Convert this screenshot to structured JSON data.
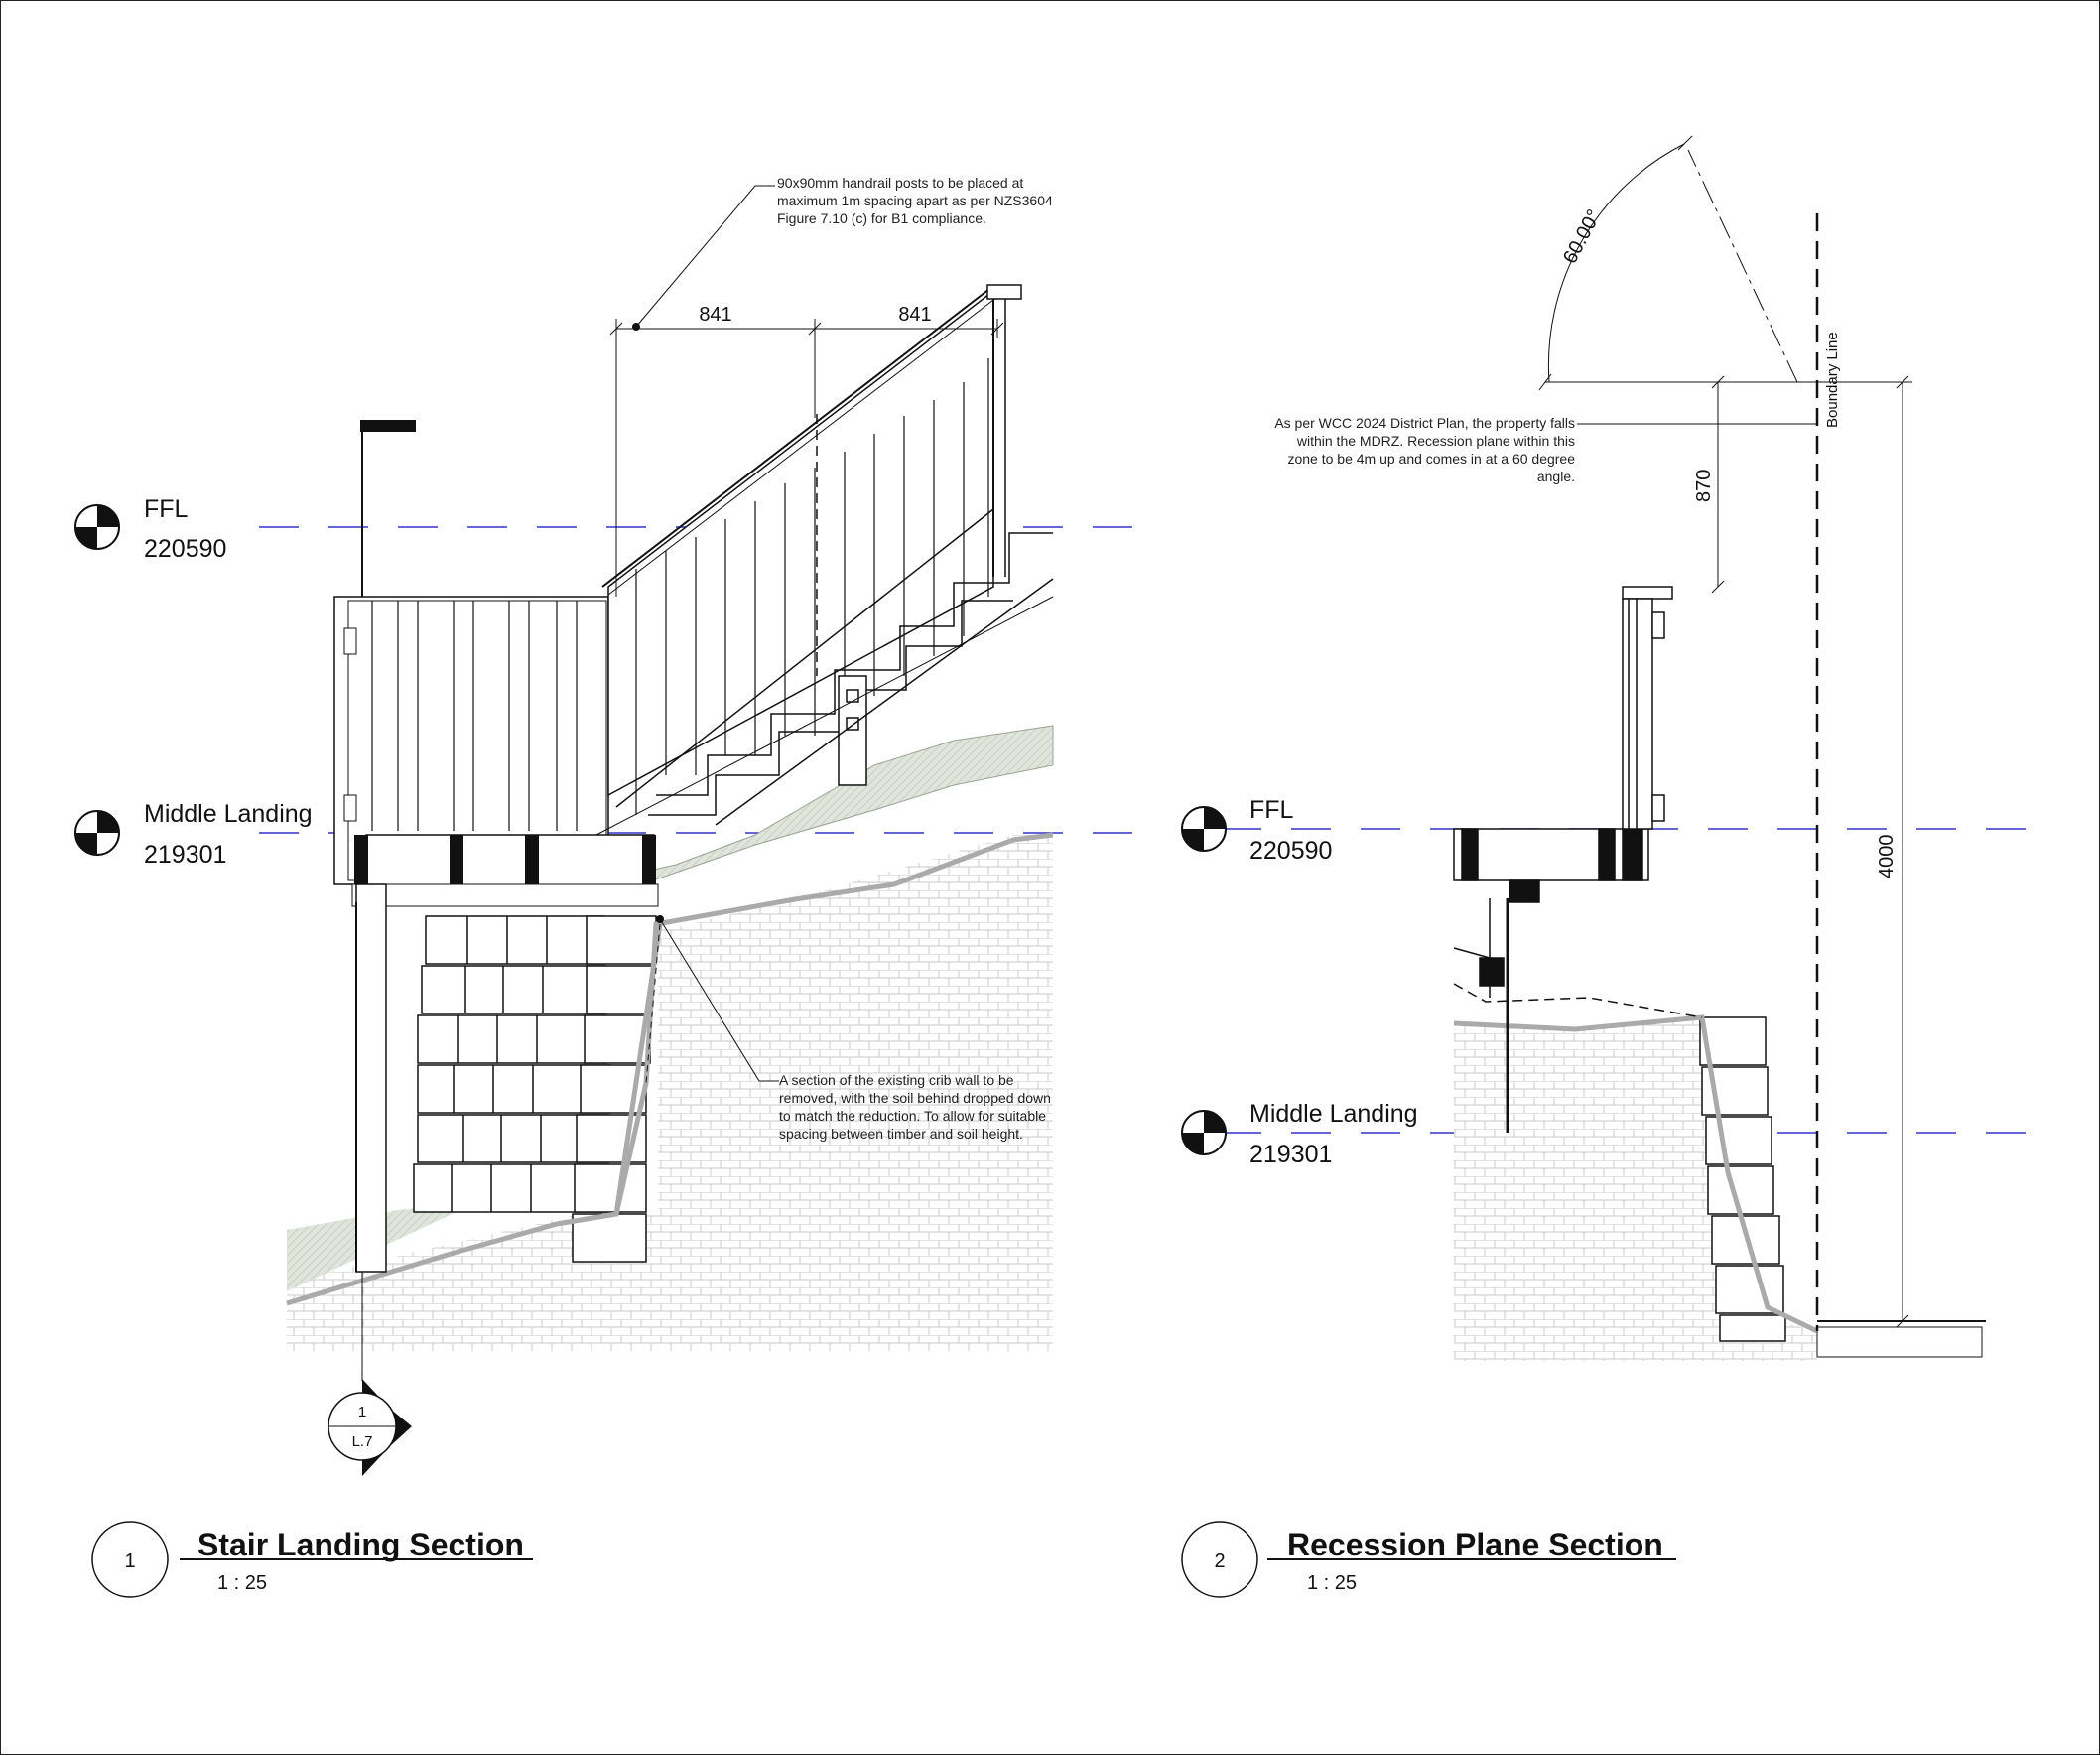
{
  "section1": {
    "levels": [
      {
        "name": "FFL",
        "value": "220590"
      },
      {
        "name": "Middle Landing",
        "value": "219301"
      }
    ],
    "dims": [
      "841",
      "841"
    ],
    "note_handrail": [
      "90x90mm handrail posts to be placed at",
      "maximum 1m spacing apart as per NZS3604",
      "Figure 7.10 (c) for B1 compliance."
    ],
    "note_cribwall": [
      "A section of the existing crib wall to be",
      "removed, with the soil behind dropped down",
      "to match the reduction. To allow for suitable",
      "spacing between timber and soil height."
    ],
    "callout": {
      "number": "1",
      "sheet": "L.7"
    },
    "title": {
      "number": "1",
      "text": "Stair Landing Section",
      "scale": "1 : 25"
    }
  },
  "section2": {
    "levels": [
      {
        "name": "FFL",
        "value": "220590"
      },
      {
        "name": "Middle Landing",
        "value": "219301"
      }
    ],
    "angle": "60.00°",
    "boundary": "Boundary Line",
    "dims": {
      "height_small": "870",
      "height_large": "4000"
    },
    "note_plan": [
      "As per WCC 2024 District Plan, the property falls",
      "within the MDRZ. Recession plane within this",
      "zone to be 4m up and comes in at a 60 degree",
      "angle."
    ],
    "title": {
      "number": "2",
      "text": "Recession Plane Section",
      "scale": "1 : 25"
    }
  },
  "colors": {
    "level_line": "#3333cc",
    "soil_line": "#aaaaaa",
    "ground_fill": "#dfe5db",
    "ink": "#111111"
  }
}
